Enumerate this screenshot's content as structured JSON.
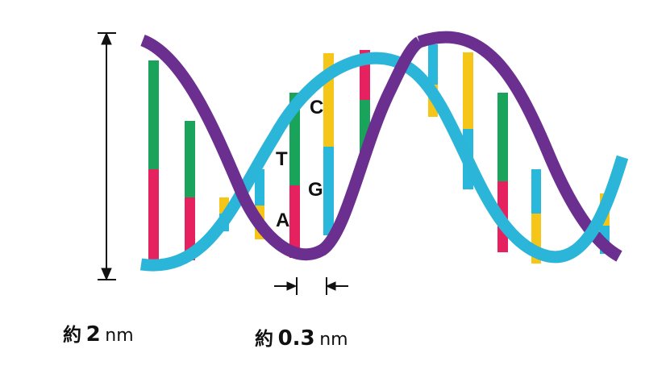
{
  "diagram": {
    "bases": {
      "c": "C",
      "t": "T",
      "g": "G",
      "a": "A"
    },
    "height_label": {
      "prefix": "約",
      "value": "2",
      "unit": "nm"
    },
    "spacing_label": {
      "prefix": "約",
      "value": "0.3",
      "unit": "nm"
    },
    "colors": {
      "strand_purple": "#6b2f8f",
      "strand_cyan": "#2bb5d8",
      "strand_cyan_dark": "#1e9ab9",
      "base_green": "#1aa35a",
      "base_red": "#e6215f",
      "base_yellow": "#f5c518",
      "base_cyan": "#29b8dc"
    }
  }
}
